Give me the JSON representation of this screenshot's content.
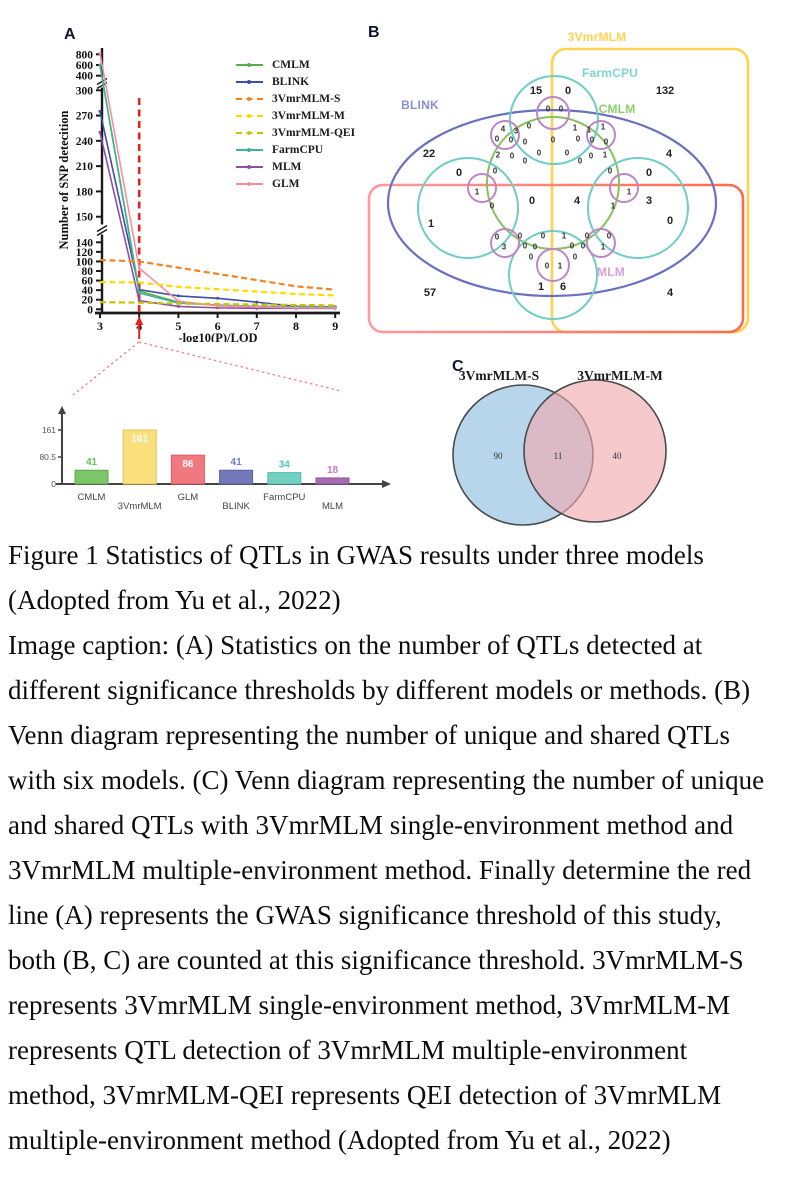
{
  "panel_labels": {
    "a": "A",
    "b": "B",
    "c": "C"
  },
  "chart_data": [
    {
      "id": "A",
      "type": "line",
      "ylabel": "Number of SNP detecition",
      "xlabel": "-log10(P)/LOD",
      "x": [
        3,
        4,
        5,
        6,
        7,
        8,
        9
      ],
      "yticks": [
        800,
        600,
        400,
        300,
        270,
        240,
        210,
        180,
        150,
        140,
        120,
        100,
        80,
        60,
        40,
        20,
        0
      ],
      "axis_breaks": 2,
      "threshold_x": 4,
      "threshold_color": "#e8211d",
      "legend_position": "top-right",
      "legend": [
        {
          "label": "CMLM",
          "color": "#55b04b",
          "dash": false
        },
        {
          "label": "BLINK",
          "color": "#3c4fa2",
          "dash": false
        },
        {
          "label": "3VmrMLM-S",
          "color": "#f58220",
          "dash": true
        },
        {
          "label": "3VmrMLM-M",
          "color": "#ffdb00",
          "dash": true
        },
        {
          "label": "3VmrMLM-QEI",
          "color": "#c8c400",
          "dash": true
        },
        {
          "label": "FarmCPU",
          "color": "#41b39a",
          "dash": false
        },
        {
          "label": "MLM",
          "color": "#8c4fa8",
          "dash": false
        },
        {
          "label": "GLM",
          "color": "#f58f9e",
          "dash": false
        }
      ],
      "series": [
        {
          "name": "CMLM",
          "values": [
            600,
            38,
            15,
            8,
            6,
            5,
            5
          ]
        },
        {
          "name": "BLINK",
          "values": [
            275,
            41,
            28,
            23,
            15,
            6,
            5
          ]
        },
        {
          "name": "3VmrMLM-S",
          "values": [
            103,
            100,
            87,
            74,
            61,
            48,
            41
          ]
        },
        {
          "name": "3VmrMLM-M",
          "values": [
            57,
            56,
            47,
            42,
            37,
            32,
            29
          ]
        },
        {
          "name": "3VmrMLM-QEI",
          "values": [
            15,
            14,
            12,
            11,
            10,
            9,
            8
          ]
        },
        {
          "name": "FarmCPU",
          "values": [
            590,
            34,
            13,
            9,
            6,
            5,
            4
          ]
        },
        {
          "name": "MLM",
          "values": [
            250,
            18,
            6,
            3,
            2,
            2,
            2
          ]
        },
        {
          "name": "GLM",
          "values": [
            820,
            86,
            17,
            7,
            5,
            3,
            3
          ]
        }
      ]
    },
    {
      "id": "A-inset",
      "type": "bar",
      "categories": [
        "CMLM",
        "3VmrMLM",
        "GLM",
        "BLINK",
        "FarmCPU",
        "MLM"
      ],
      "values": [
        41,
        161,
        86,
        41,
        34,
        18
      ],
      "yticks": [
        0,
        80.5,
        161
      ],
      "bar_colors": [
        "#7cc66a",
        "#fadf7d",
        "#f2787f",
        "#7379b8",
        "#72cfc2",
        "#a76bb5"
      ],
      "bar_strokes": [
        "#5aa94a",
        "#e3c354",
        "#e05a66",
        "#5a61a8",
        "#54bfae",
        "#8f54a0"
      ],
      "value_colors": [
        "#6abf53",
        "#ffffff",
        "#ffffff",
        "#7379c9",
        "#52c7b8",
        "#c77bc0"
      ],
      "value_inside": [
        false,
        true,
        true,
        false,
        false,
        false
      ]
    },
    {
      "id": "B",
      "type": "venn6",
      "sets": [
        {
          "name": "3VmrMLM",
          "color": "#ffd24d"
        },
        {
          "name": "FarmCPU",
          "color": "#7fd6cf"
        },
        {
          "name": "CMLM",
          "color": "#8fcf6a"
        },
        {
          "name": "BLINK",
          "color": "#8a8fd0"
        },
        {
          "name": "MLM",
          "color": "#d9a0dd"
        }
      ],
      "rect_colors": {
        "yellow": "#ffd24d",
        "red_left": "#ff9aa0",
        "red_right": "#ff6b4a"
      },
      "regions_large": [
        {
          "v": "15",
          "x": 171,
          "y": 66
        },
        {
          "v": "0",
          "x": 203,
          "y": 66
        },
        {
          "v": "132",
          "x": 300,
          "y": 66
        },
        {
          "v": "22",
          "x": 64,
          "y": 129
        },
        {
          "v": "4",
          "x": 304,
          "y": 129
        },
        {
          "v": "0",
          "x": 94,
          "y": 148
        },
        {
          "v": "0",
          "x": 284,
          "y": 148
        },
        {
          "v": "0",
          "x": 167,
          "y": 176
        },
        {
          "v": "4",
          "x": 212,
          "y": 176
        },
        {
          "v": "3",
          "x": 284,
          "y": 176
        },
        {
          "v": "1",
          "x": 66,
          "y": 199
        },
        {
          "v": "0",
          "x": 305,
          "y": 196
        },
        {
          "v": "57",
          "x": 65,
          "y": 268
        },
        {
          "v": "4",
          "x": 305,
          "y": 268
        },
        {
          "v": "1",
          "x": 176,
          "y": 262
        },
        {
          "v": "6",
          "x": 198,
          "y": 262
        }
      ],
      "regions_small": [
        {
          "v": "0",
          "x": 183,
          "y": 84
        },
        {
          "v": "0",
          "x": 196,
          "y": 84
        },
        {
          "v": "4",
          "x": 138,
          "y": 104
        },
        {
          "v": "3",
          "x": 151,
          "y": 106
        },
        {
          "v": "0",
          "x": 164,
          "y": 101
        },
        {
          "v": "0",
          "x": 132,
          "y": 114
        },
        {
          "v": "0",
          "x": 146,
          "y": 115
        },
        {
          "v": "0",
          "x": 160,
          "y": 117
        },
        {
          "v": "2",
          "x": 133,
          "y": 130
        },
        {
          "v": "0",
          "x": 147,
          "y": 131
        },
        {
          "v": "0",
          "x": 130,
          "y": 146
        },
        {
          "v": "0",
          "x": 160,
          "y": 136
        },
        {
          "v": "1",
          "x": 210,
          "y": 103
        },
        {
          "v": "1",
          "x": 224,
          "y": 105
        },
        {
          "v": "1",
          "x": 238,
          "y": 102
        },
        {
          "v": "0",
          "x": 213,
          "y": 114
        },
        {
          "v": "0",
          "x": 227,
          "y": 115
        },
        {
          "v": "0",
          "x": 241,
          "y": 117
        },
        {
          "v": "1",
          "x": 240,
          "y": 130
        },
        {
          "v": "0",
          "x": 226,
          "y": 131
        },
        {
          "v": "0",
          "x": 245,
          "y": 146
        },
        {
          "v": "0",
          "x": 215,
          "y": 136
        },
        {
          "v": "0",
          "x": 188,
          "y": 115
        },
        {
          "v": "0",
          "x": 174,
          "y": 128
        },
        {
          "v": "0",
          "x": 202,
          "y": 128
        },
        {
          "v": "1",
          "x": 112,
          "y": 167
        },
        {
          "v": "1",
          "x": 264,
          "y": 167
        },
        {
          "v": "1",
          "x": 248,
          "y": 181
        },
        {
          "v": "0",
          "x": 127,
          "y": 181
        },
        {
          "v": "0",
          "x": 132,
          "y": 212
        },
        {
          "v": "3",
          "x": 139,
          "y": 222
        },
        {
          "v": "0",
          "x": 155,
          "y": 211
        },
        {
          "v": "0",
          "x": 160,
          "y": 221
        },
        {
          "v": "0",
          "x": 170,
          "y": 222
        },
        {
          "v": "0",
          "x": 178,
          "y": 211
        },
        {
          "v": "1",
          "x": 199,
          "y": 211
        },
        {
          "v": "0",
          "x": 207,
          "y": 221
        },
        {
          "v": "0",
          "x": 218,
          "y": 221
        },
        {
          "v": "0",
          "x": 222,
          "y": 211
        },
        {
          "v": "1",
          "x": 238,
          "y": 222
        },
        {
          "v": "0",
          "x": 244,
          "y": 211
        },
        {
          "v": "0",
          "x": 182,
          "y": 241
        },
        {
          "v": "1",
          "x": 195,
          "y": 241
        },
        {
          "v": "0",
          "x": 166,
          "y": 232
        },
        {
          "v": "0",
          "x": 210,
          "y": 232
        }
      ]
    },
    {
      "id": "C",
      "type": "venn2",
      "left": {
        "label": "3VmrMLM-S",
        "value": "90",
        "fill": "#aed0e8"
      },
      "right": {
        "label": "3VmrMLM-M",
        "value": "40",
        "fill": "#f0a9ae"
      },
      "overlap_value": "11"
    }
  ],
  "caption": {
    "lines": [
      "Figure 1 Statistics of QTLs in GWAS results under three models",
      "(Adopted from Yu et al., 2022)",
      "Image caption: (A) Statistics on the number of QTLs detected at",
      "different significance thresholds by different models or methods. (B)",
      "Venn diagram representing the number of unique and shared QTLs",
      "with six models. (C) Venn diagram representing the number of unique",
      "and shared QTLs with 3VmrMLM single-environment method and",
      "3VmrMLM multiple-environment method. Finally determine the red",
      "line (A) represents the GWAS significance threshold of this study,",
      "both (B, C) are counted at this significance threshold. 3VmrMLM-S",
      "represents 3VmrMLM single-environment method, 3VmrMLM-M",
      "represents QTL detection of 3VmrMLM multiple-environment",
      "method, 3VmrMLM-QEI represents QEI detection of 3VmrMLM",
      "multiple-environment method (Adopted from Yu et al., 2022)"
    ]
  }
}
